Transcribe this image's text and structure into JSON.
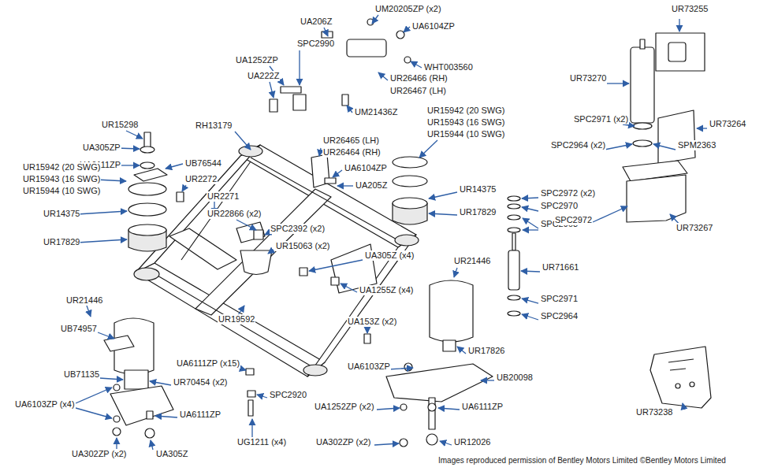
{
  "diagram": {
    "labels": [
      "UA206Z",
      "UM20205ZP (x2)",
      "UA6104ZP",
      "WHT003560",
      "UR26466 (RH)",
      "UR26467 (LH)",
      "UM21436Z",
      "SPC2990",
      "UA1252ZP",
      "UA222Z",
      "UR15298",
      "UA305ZP",
      "UA6111ZP",
      "UB76544",
      "UR15942 (20 SWG)",
      "UR15943 (16 SWG)",
      "UR15944 (10 SWG)",
      "UR14375",
      "UR17829",
      "RH13179",
      "UR2272",
      "UR2271",
      "UR22866 (x2)",
      "SPC2392 (x2)",
      "UR15063 (x2)",
      "UR26465 (LH)",
      "UR26464 (RH)",
      "UR15942 (20 SWG)",
      "UR15943 (16 SWG)",
      "UR15944 (10 SWG)",
      "UA6104ZP",
      "UA205Z",
      "UR14375",
      "UR17829",
      "UA305Z (x4)",
      "UA1255Z (x4)",
      "UR21446",
      "UR21446",
      "UB74957",
      "UR19592",
      "UB71135",
      "UA6103ZP (x4)",
      "UA6111ZP",
      "UA6111ZP (x15)",
      "UR70454 (x2)",
      "SPC2920",
      "UG1211 (x4)",
      "UA302ZP (x2)",
      "UA305Z",
      "UA153Z (x2)",
      "UR17826",
      "UA6103ZP",
      "UB20098",
      "UA1252ZP (x2)",
      "UA6111ZP",
      "UA302ZP (x2)",
      "UR12026",
      "SPC2972 (x2)",
      "SPC2970",
      "SPC2963",
      "UR71661",
      "SPC2971",
      "SPC2964",
      "UR73255",
      "UR73270",
      "SPC2971 (x2)",
      "UR73264",
      "SPC2964 (x2)",
      "SPM2363",
      "SPC2972",
      "UR73267",
      "UR73238",
      "Images reproduced permission of Bentley Motors Limited ©Bentley Motors Limited"
    ]
  }
}
